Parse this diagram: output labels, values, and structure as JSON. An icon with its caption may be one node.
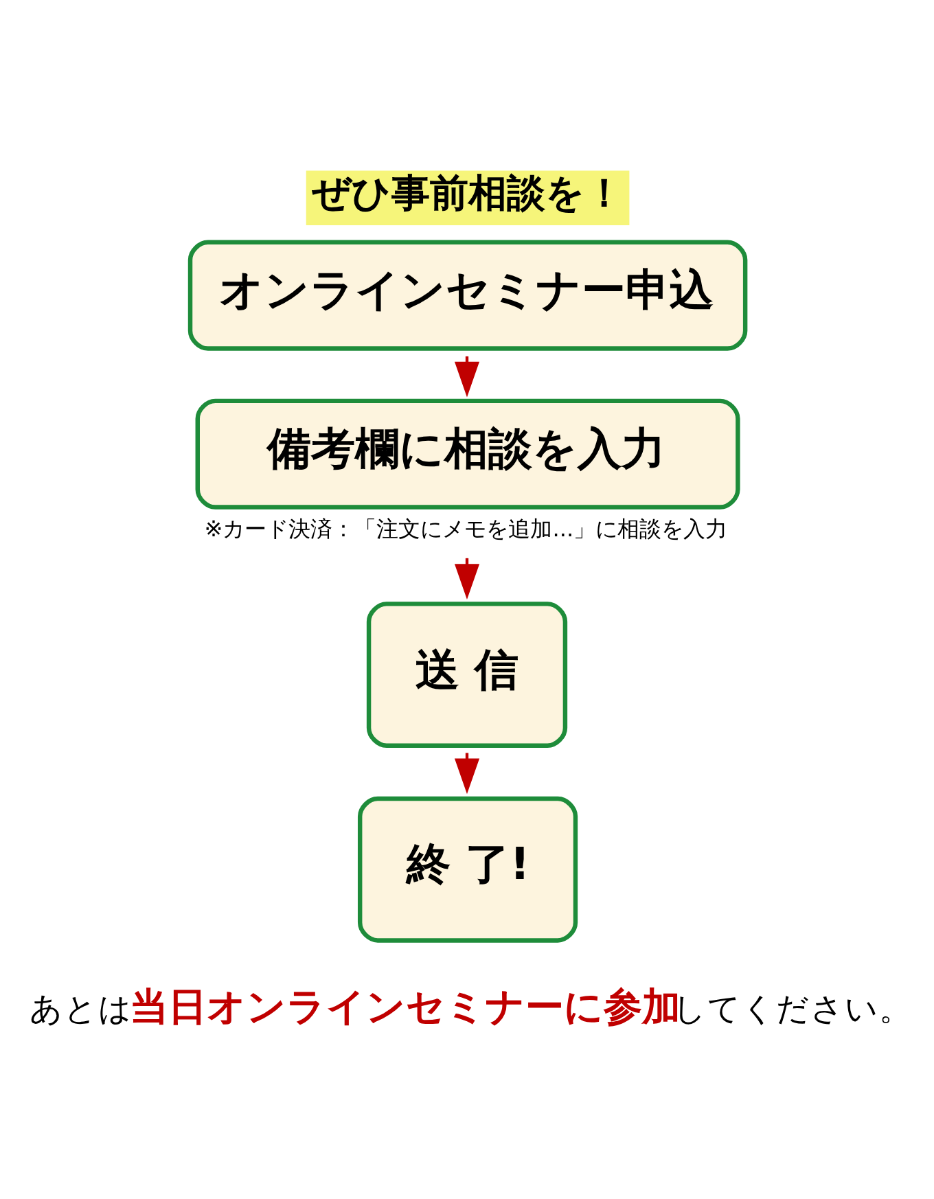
{
  "diagram": {
    "title": "ぜひ事前相談を！",
    "nodes": [
      {
        "text": [
          "オンラインセミナー申込"
        ]
      },
      {
        "text": [
          "備考欄に相談を入力"
        ],
        "beside": [
          "※カード決済：「注文にメモを追加...」に相談を入力"
        ]
      },
      {
        "text": [
          "送 信"
        ]
      },
      {
        "text": [
          "終 了!"
        ]
      }
    ],
    "edges": [
      {
        "from": 0,
        "to": 1,
        "arrow": "to"
      },
      {
        "from": 1,
        "to": 2,
        "arrow": "to"
      },
      {
        "from": 2,
        "to": 3,
        "arrow": "to"
      }
    ],
    "caption": "あとは**当日オンラインセミナーに参加**してください。"
  }
}
